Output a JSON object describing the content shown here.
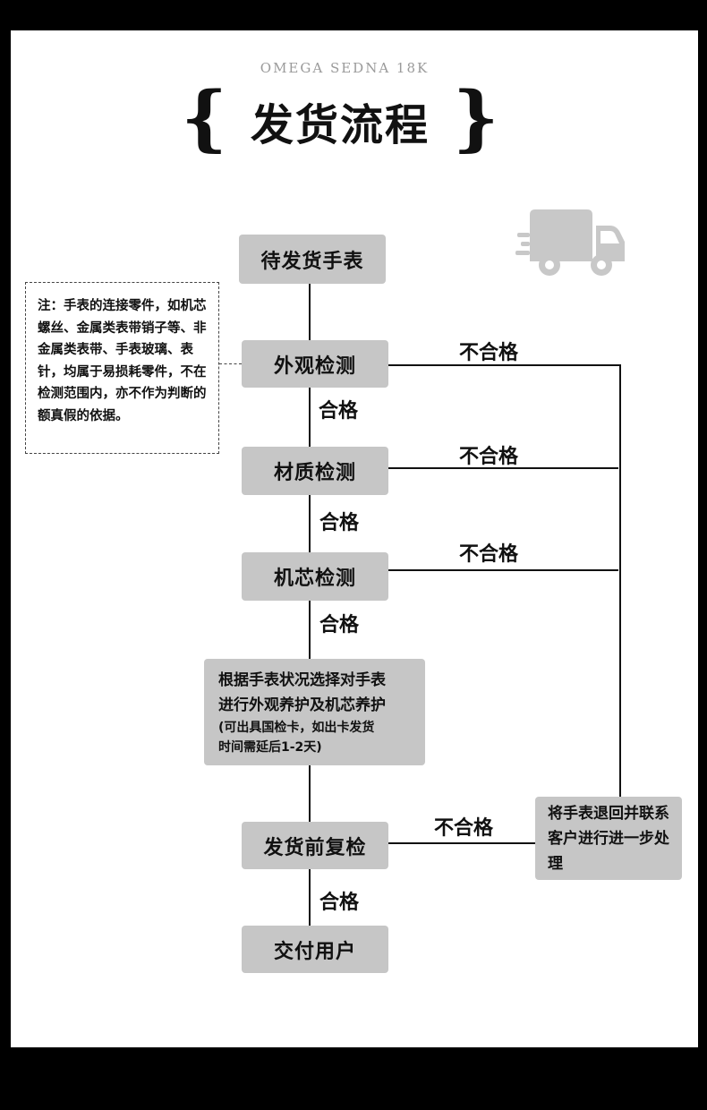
{
  "brand": "OMEGA SEDNA 18K",
  "title": "发货流程",
  "steps": {
    "pending": "待发货手表",
    "appearance": "外观检测",
    "material": "材质检测",
    "movement": "机芯检测",
    "recheck": "发货前复检",
    "deliver": "交付用户"
  },
  "care": {
    "line1": "根据手表状况选择对手表",
    "line2": "进行外观养护及机芯养护",
    "line3": "(可出具国检卡，如出卡发货",
    "line4": "时间需延后1-2天)"
  },
  "labels": {
    "pass": "合格",
    "fail": "不合格"
  },
  "note": "注：手表的连接零件，如机芯螺丝、金属类表带销子等、非金属类表带、手表玻璃、表针，均属于易损耗零件，不在检测范围内，亦不作为判断的额真假的依据。",
  "return_box": "将手表退回并联系客户进行进一步处理",
  "icons": {
    "truck": "delivery-truck-icon"
  },
  "colors": {
    "box_fill": "#c6c6c6",
    "line": "#111111",
    "truck": "#c8c8c8"
  }
}
